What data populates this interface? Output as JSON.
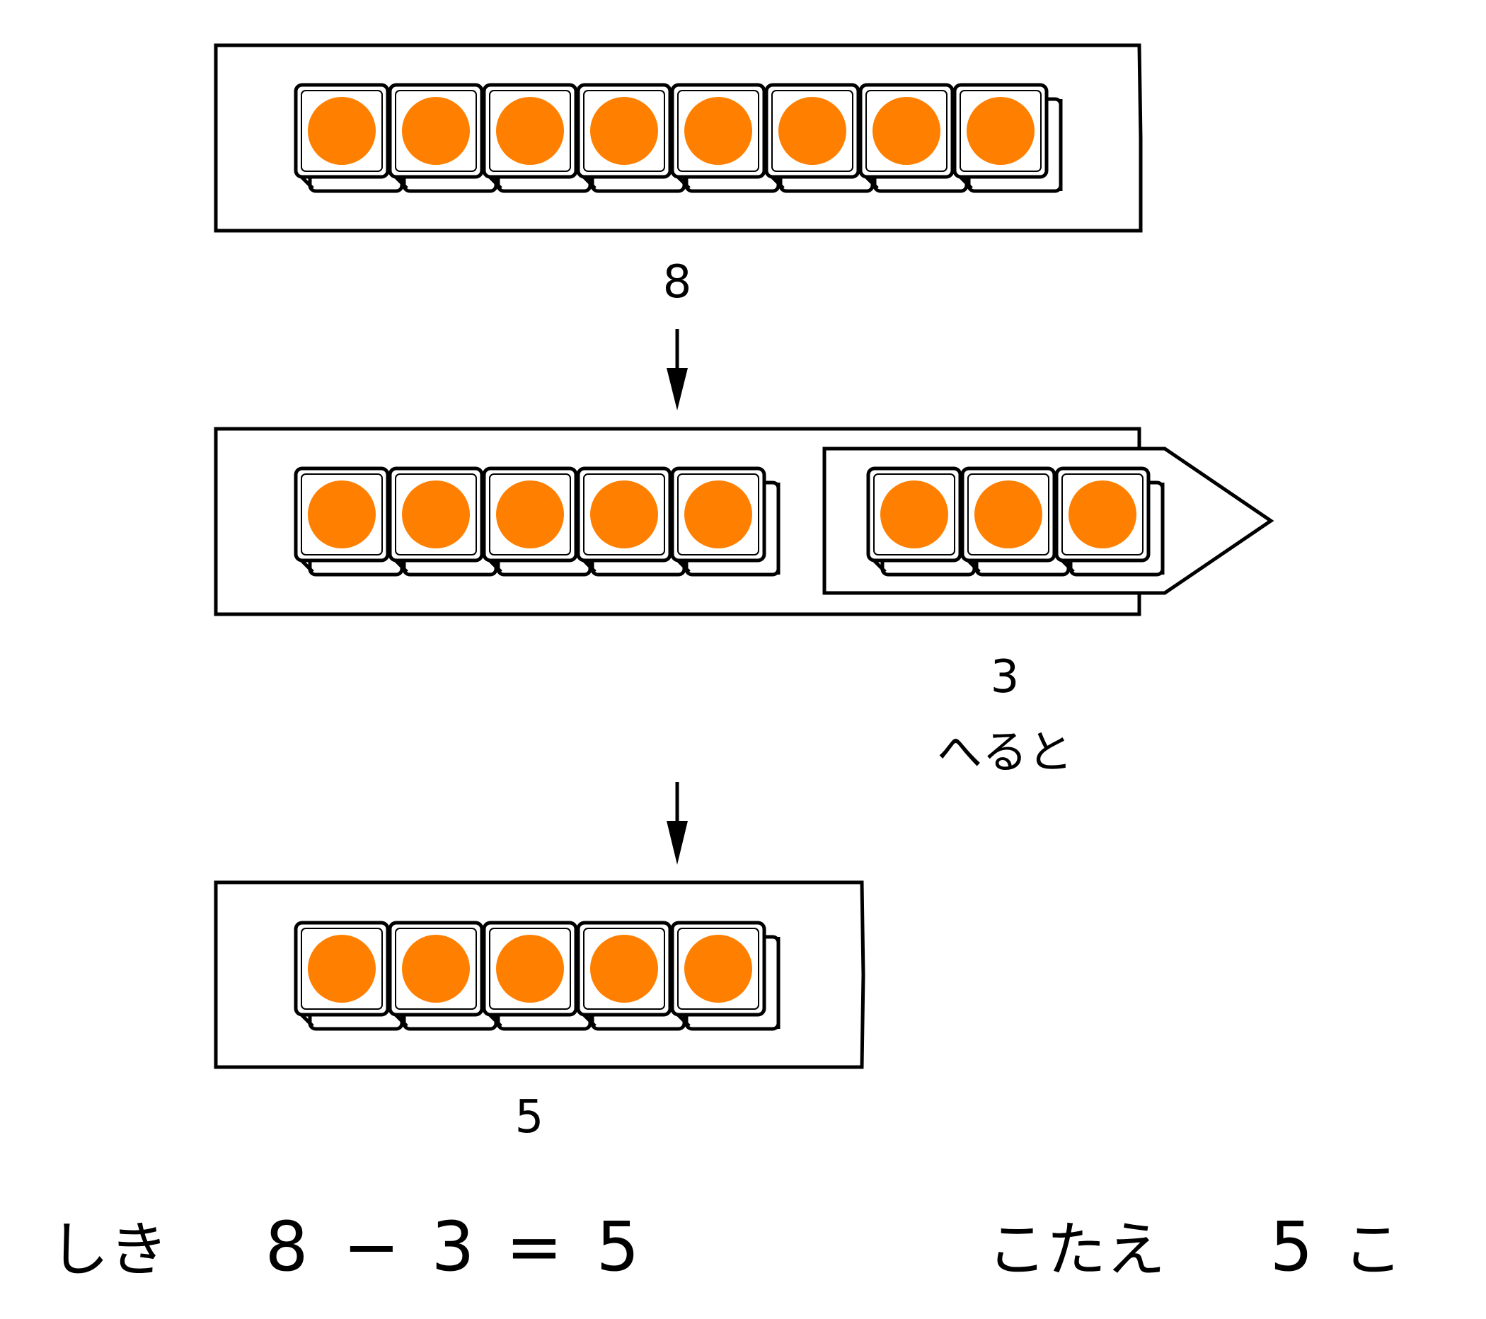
{
  "colors": {
    "dot": "#ff8000",
    "stroke": "#000000",
    "background": "#ffffff"
  },
  "rows": {
    "start": {
      "blocks": 8,
      "label": "8"
    },
    "middle": {
      "kept_blocks": 5,
      "removed_blocks": 3,
      "removed_label": "3",
      "removed_caption": "へると"
    },
    "result": {
      "blocks": 5,
      "label": "5"
    }
  },
  "equation": {
    "label": "しき",
    "minuend": "8",
    "minus": "−",
    "subtrahend": "3",
    "equals": "=",
    "result": "5"
  },
  "answer": {
    "label": "こたえ",
    "value": "5",
    "unit": "こ"
  }
}
